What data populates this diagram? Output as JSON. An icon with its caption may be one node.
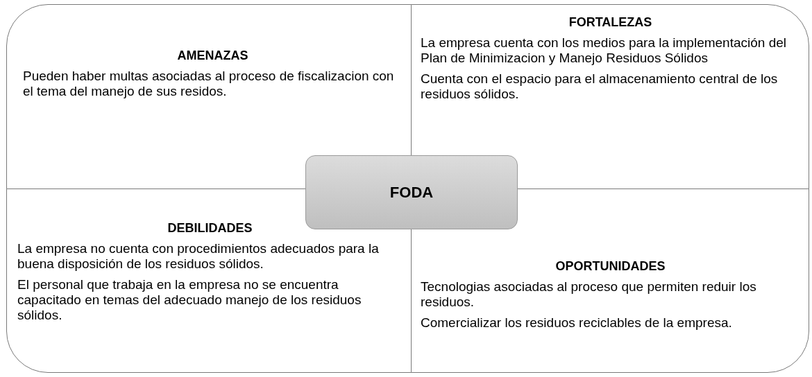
{
  "diagram": {
    "nodes": [
      {
        "text": [
          "AMENAZAS",
          "Pueden haber multas asociadas al proceso de fiscalizacion con el tema del manejo de sus residos."
        ]
      },
      {
        "text": [
          "FORTALEZAS",
          "La empresa cuenta con los medios para la implementación del Plan de Minimizacion y Manejo Residuos Sólidos",
          "Cuenta con el espacio para el almacenamiento central de los residuos sólidos."
        ]
      },
      {
        "text": [
          "DEBILIDADES",
          "La empresa no cuenta con procedimientos adecuados para la buena disposición de los residuos sólidos.",
          "El personal que trabaja en la empresa no se encuentra capacitado en temas del adecuado manejo de los residuos sólidos."
        ]
      },
      {
        "text": [
          "OPORTUNIDADES",
          "Tecnologias asociadas al proceso que permiten reduir los residuos.",
          "Comercializar los residuos reciclables de la empresa."
        ]
      },
      {
        "text": [
          "FODA"
        ]
      }
    ]
  }
}
